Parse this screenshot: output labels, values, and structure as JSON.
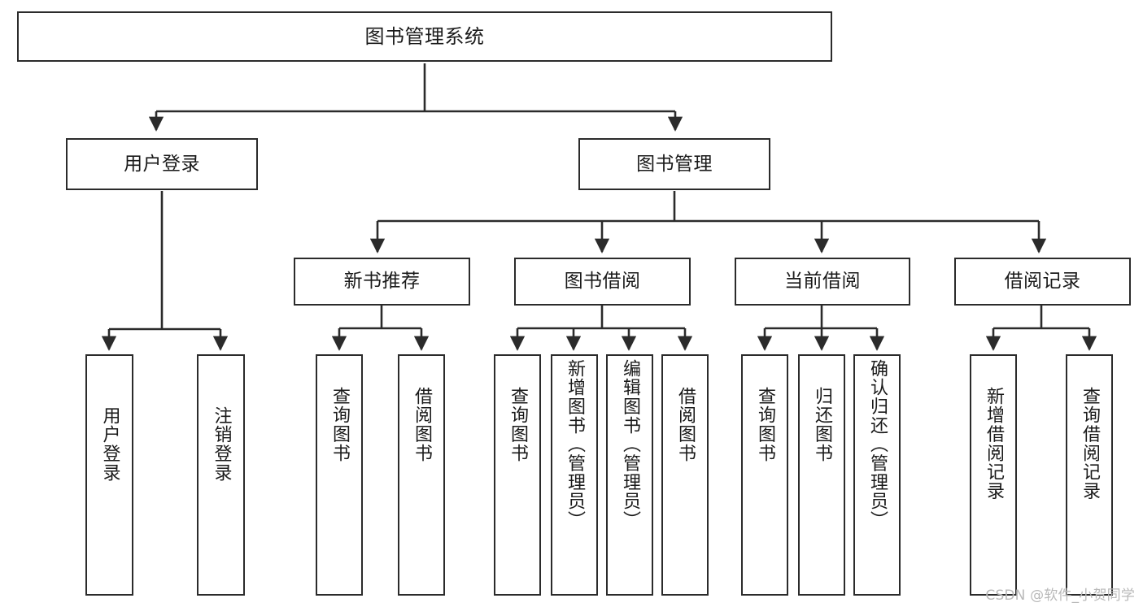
{
  "diagram": {
    "title": "图书管理系统",
    "type": "tree-hierarchy-chart",
    "root": {
      "id": "root",
      "label": "图书管理系统"
    },
    "level1": [
      {
        "id": "user-login",
        "label": "用户登录"
      },
      {
        "id": "book-manage",
        "label": "图书管理"
      }
    ],
    "level2": [
      {
        "id": "new-book-rec",
        "label": "新书推荐",
        "parent": "book-manage"
      },
      {
        "id": "book-borrow",
        "label": "图书借阅",
        "parent": "book-manage"
      },
      {
        "id": "current-borrow",
        "label": "当前借阅",
        "parent": "book-manage"
      },
      {
        "id": "borrow-record",
        "label": "借阅记录",
        "parent": "book-manage"
      }
    ],
    "leaves": [
      {
        "id": "leaf-user-login",
        "label": "用户登录",
        "parent": "user-login"
      },
      {
        "id": "leaf-logout-login",
        "label": "注销登录",
        "parent": "user-login"
      },
      {
        "id": "leaf-query-book-1",
        "label": "查询图书",
        "parent": "new-book-rec"
      },
      {
        "id": "leaf-borrow-book-1",
        "label": "借阅图书",
        "parent": "new-book-rec"
      },
      {
        "id": "leaf-query-book-2",
        "label": "查询图书",
        "parent": "book-borrow"
      },
      {
        "id": "leaf-add-book",
        "label": "新增图书（管理员）",
        "parent": "book-borrow"
      },
      {
        "id": "leaf-edit-book",
        "label": "编辑图书（管理员）",
        "parent": "book-borrow"
      },
      {
        "id": "leaf-borrow-book-2",
        "label": "借阅图书",
        "parent": "book-borrow"
      },
      {
        "id": "leaf-query-book-3",
        "label": "查询图书",
        "parent": "current-borrow"
      },
      {
        "id": "leaf-return-book",
        "label": "归还图书",
        "parent": "current-borrow"
      },
      {
        "id": "leaf-confirm-return",
        "label": "确认归还（管理员）",
        "parent": "current-borrow"
      },
      {
        "id": "leaf-add-record",
        "label": "新增借阅记录",
        "parent": "borrow-record"
      },
      {
        "id": "leaf-query-record",
        "label": "查询借阅记录",
        "parent": "borrow-record"
      }
    ],
    "colors": {
      "border": "#2b2b2b",
      "background": "#ffffff",
      "text": "#1a1a1a",
      "connector": "#2b2b2b",
      "watermark": "#b9b9b9"
    }
  },
  "watermark": {
    "text": "CSDN @软件_小贺同学"
  }
}
